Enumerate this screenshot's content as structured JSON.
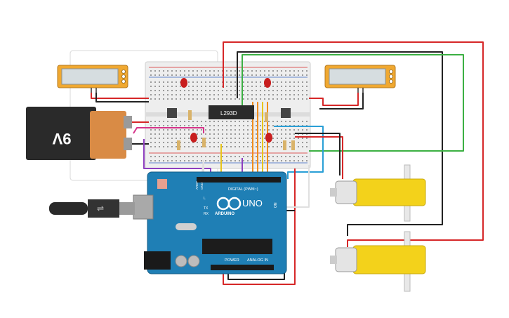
{
  "battery": {
    "label": "9V",
    "color_body": "#2a2a2a",
    "color_cap": "#d98b45"
  },
  "driver_chip": {
    "label": "L293D"
  },
  "arduino": {
    "brand": "ARDUINO",
    "model": "UNO",
    "header_digital": "DIGITAL (PWM~)",
    "header_power": "POWER",
    "header_analog": "ANALOG IN",
    "board_color": "#1f7fb5",
    "tx_label": "TX",
    "rx_label": "RX",
    "l_label": "L",
    "on_label": "ON",
    "aref_label": "AREF",
    "gnd_label": "GND"
  },
  "displays": [
    {
      "id": "left-lcd"
    },
    {
      "id": "right-lcd"
    }
  ],
  "motors": [
    {
      "id": "motor-top"
    },
    {
      "id": "motor-bottom"
    }
  ],
  "usb": {
    "label": "USB"
  },
  "colors": {
    "wire_red": "#d62728",
    "wire_black": "#222222",
    "wire_green": "#3cb043",
    "wire_blue": "#2a9fd6",
    "wire_orange": "#f08c1a",
    "wire_yellow": "#e8c51a",
    "wire_purple": "#8e3fbf",
    "wire_pink": "#d6338a",
    "wire_white": "#e8e8e8",
    "motor_yellow": "#f3d21b",
    "led_red": "#c81e1e",
    "breadboard": "#ececec"
  }
}
